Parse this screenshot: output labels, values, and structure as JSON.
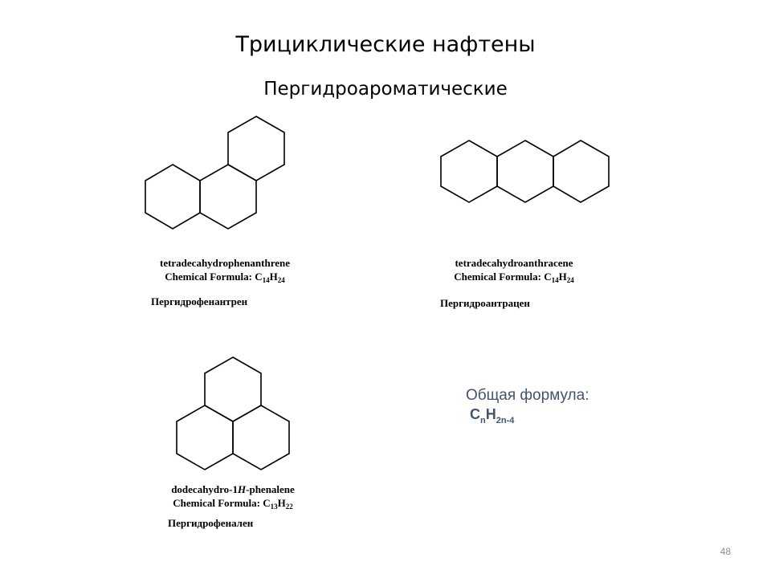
{
  "slide": {
    "title": "Трициклические нафтены",
    "subtitle": "Пергидроароматические",
    "page_number": "48"
  },
  "molecules": [
    {
      "name": "tetradecahydrophenanthrene",
      "formula_prefix": "Chemical Formula: ",
      "formula": {
        "c": "C",
        "c_count": "14",
        "h": "H",
        "h_count": "24"
      },
      "russian_name": "Пергидрофенантрен"
    },
    {
      "name": "tetradecahydroanthracene",
      "formula_prefix": "Chemical Formula: ",
      "formula": {
        "c": "C",
        "c_count": "14",
        "h": "H",
        "h_count": "24"
      },
      "russian_name": "Пергидроантрацен"
    },
    {
      "name_prefix": "dodecahydro-1",
      "name_italic": "H",
      "name_suffix": "-phenalene",
      "formula_prefix": "Chemical Formula: ",
      "formula": {
        "c": "C",
        "c_count": "13",
        "h": "H",
        "h_count": "22"
      },
      "russian_name": "Пергидрофенален"
    }
  ],
  "general_formula": {
    "label": "Общая формула:",
    "c": "C",
    "n": "n",
    "h": "H",
    "h_sub": "2n-4"
  },
  "colors": {
    "accent_text": "#44546a",
    "page_number": "#8c8c8c",
    "structure_line": "#000000"
  }
}
